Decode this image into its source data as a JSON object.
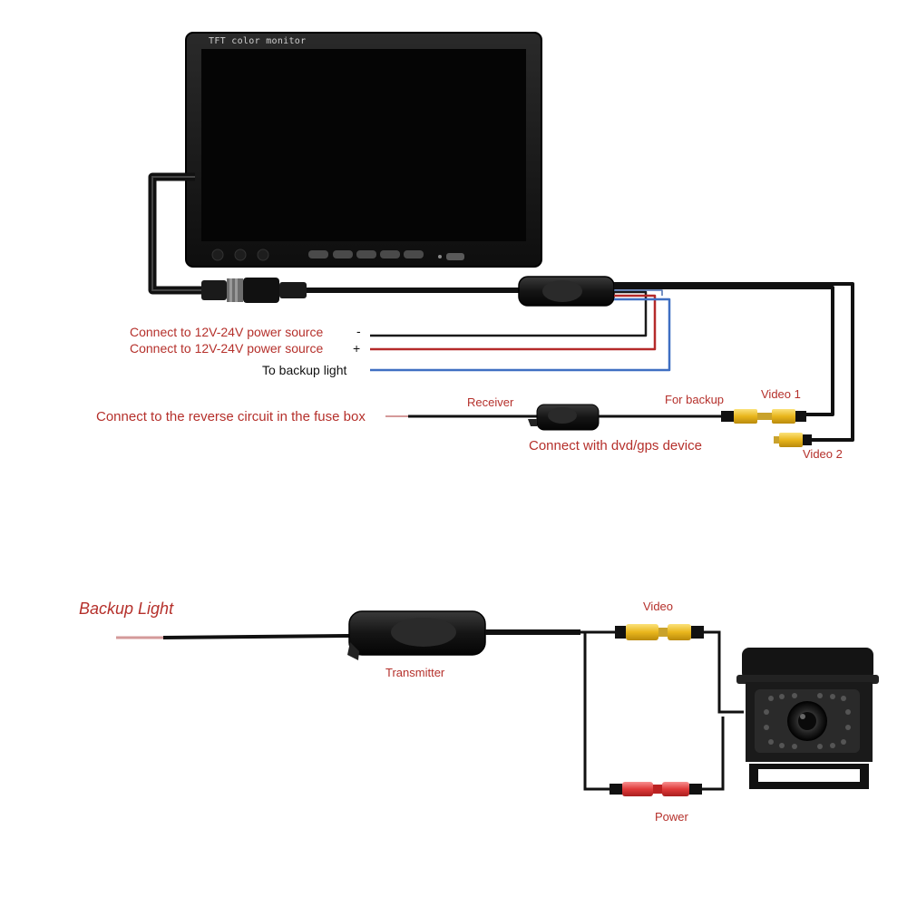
{
  "monitor": {
    "title": "TFT color monitor"
  },
  "labels": {
    "power_neg": "Connect to 12V-24V power source",
    "power_neg_sign": "-",
    "power_pos": "Connect to 12V-24V power source",
    "power_pos_sign": "+",
    "backup_light": "To backup light",
    "reverse_circuit": "Connect to the reverse circuit in the fuse box",
    "receiver": "Receiver",
    "for_backup": "For backup",
    "video1": "Video 1",
    "video2": "Video 2",
    "dvd_gps": "Connect with dvd/gps device",
    "backup_light_top": "Backup  Light",
    "transmitter": "Transmitter",
    "video": "Video",
    "power": "Power"
  },
  "colors": {
    "cable": "#111111",
    "negative_wire": "#1a1a1a",
    "positive_wire": "#b52a2a",
    "backup_wire": "#3f6fc2",
    "video_connector": "#f0c020",
    "power_connector": "#e04040",
    "red_label": "#b5302b"
  }
}
